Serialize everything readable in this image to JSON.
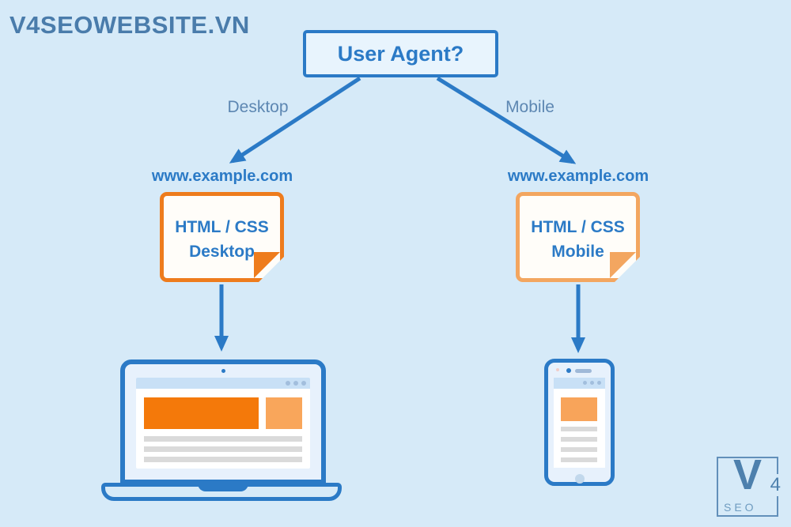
{
  "page": {
    "background_color": "#d6eaf8",
    "accent_blue": "#2b7ac6",
    "label_blue": "#5d87b2",
    "orange_dark": "#ee7c1d",
    "orange_light": "#f3a660",
    "watermark_color": "#4a7cab"
  },
  "watermark": {
    "text": "V4SEOWEBSITE.VN"
  },
  "diagram": {
    "root": {
      "label": "User Agent?"
    },
    "branches": [
      {
        "label": "Desktop",
        "url": "www.example.com",
        "doc": {
          "line1": "HTML / CSS",
          "line2": "Desktop"
        },
        "device": "laptop"
      },
      {
        "label": "Mobile",
        "url": "www.example.com",
        "doc": {
          "line1": "HTML / CSS",
          "line2": "Mobile"
        },
        "device": "smartphone"
      }
    ]
  },
  "devices": {
    "laptop": {
      "browser": {
        "bar_color": "#c8e0f6",
        "dots": 3,
        "hero_color": "#f4790a",
        "side_color": "#f9a65b",
        "text_lines": 3
      }
    },
    "phone": {
      "browser": {
        "bar_color": "#c8e0f6",
        "dots": 3,
        "hero_color": "#f8a45a",
        "text_lines": 4
      }
    }
  },
  "logo_badge": {
    "letter": "V",
    "number": "4",
    "word": "SEO"
  }
}
